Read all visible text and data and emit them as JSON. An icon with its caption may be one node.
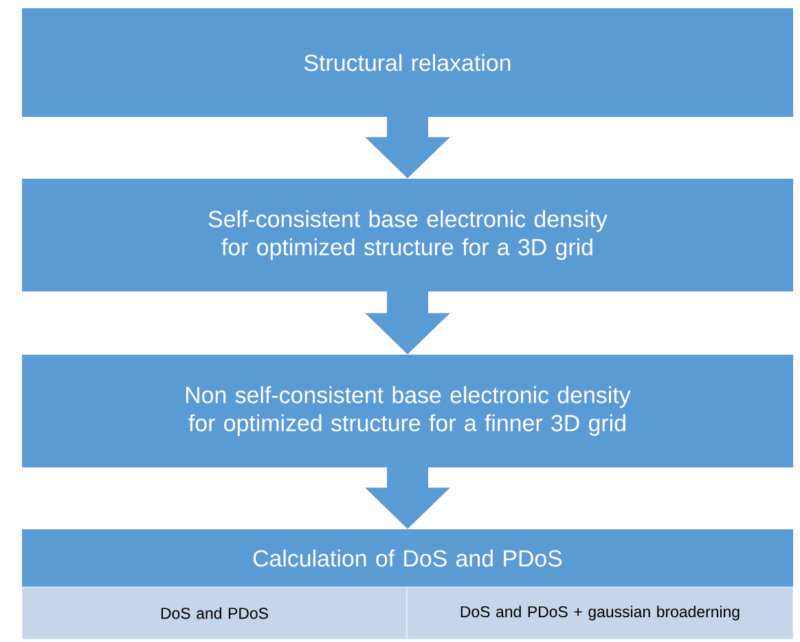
{
  "diagram": {
    "nodes": [
      {
        "text": [
          "Structural relaxation"
        ]
      },
      {
        "text": [
          "Self-consistent base electronic density for optimized structure for a 3D grid"
        ]
      },
      {
        "text": [
          "Non self-consistent base electronic density for optimized structure for a finner 3D grid"
        ]
      },
      {
        "text": [
          "Calculation of DoS and PDoS"
        ]
      },
      {
        "text": [
          "DoS and PDoS"
        ]
      },
      {
        "text": [
          "DoS and PDoS + gaussian broaderning"
        ]
      }
    ],
    "edges": [
      {
        "from": 0,
        "to": 1,
        "arrow": "to"
      },
      {
        "from": 1,
        "to": 2,
        "arrow": "to"
      },
      {
        "from": 2,
        "to": 3,
        "arrow": "to"
      }
    ]
  }
}
